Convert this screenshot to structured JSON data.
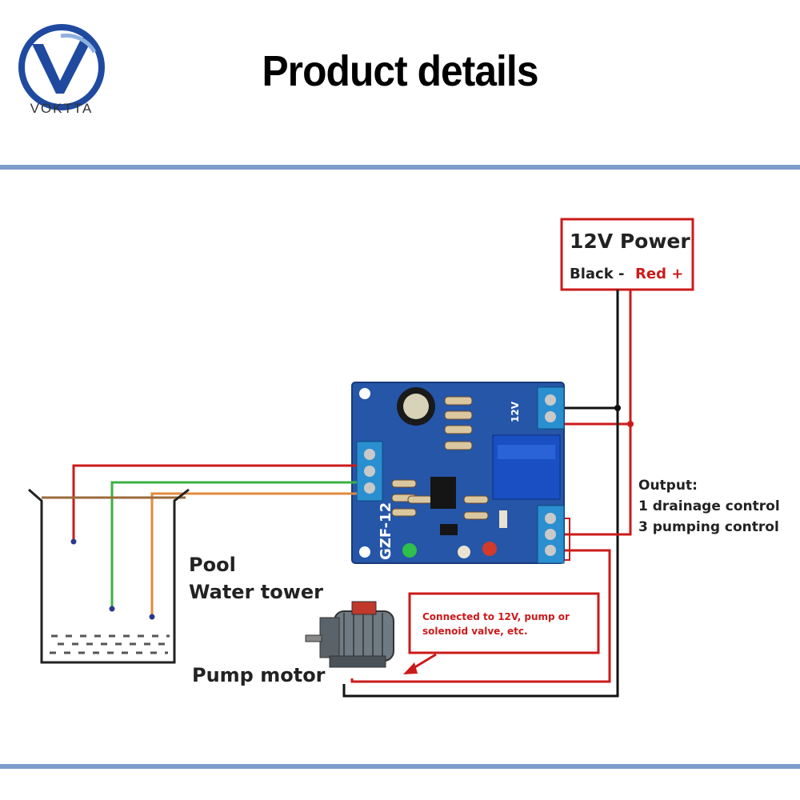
{
  "brand": {
    "name": "VOKTTA",
    "accent": "#1f4aa0"
  },
  "header": {
    "title": "Product details"
  },
  "power": {
    "title": "12V Power",
    "black": "Black -",
    "red": "Red +"
  },
  "board": {
    "model": "GZF-12",
    "terminal_label": "12V"
  },
  "output": {
    "title": "Output:",
    "line1": "1 drainage control",
    "line2": "3 pumping control"
  },
  "pool": {
    "line1": "Pool",
    "line2": "Water tower"
  },
  "note": {
    "line1": "Connected to 12V, pump or",
    "line2": "solenoid valve, etc."
  },
  "pump": {
    "label": "Pump motor"
  },
  "colors": {
    "wire_red": "#cc1a1a",
    "wire_black": "#111111",
    "wire_green": "#3cb043",
    "wire_orange": "#e08a3c",
    "wire_brown": "#9a6a3a",
    "board_blue": "#2556a8",
    "rule": "#7e9ccc"
  }
}
